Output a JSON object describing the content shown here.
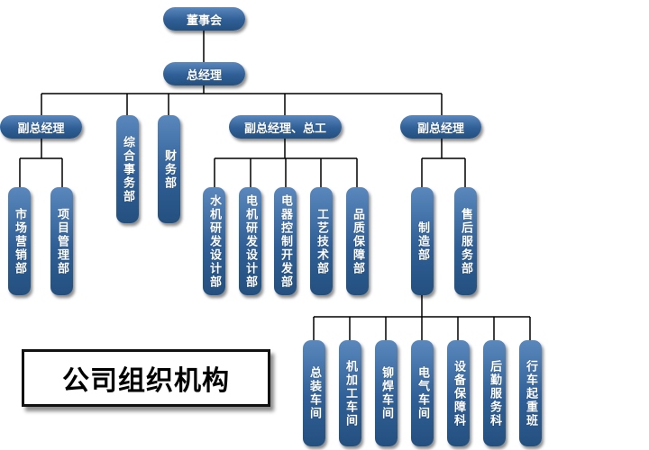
{
  "board": "董事会",
  "gm": "总经理",
  "vp_sales": "副总经理",
  "admin": "综合事务部",
  "finance": "财务部",
  "vp_chief_engineer": "副总经理、总工",
  "vp_production": "副总经理",
  "marketing": "市场营销部",
  "project_mgmt": "项目管理部",
  "hydro_rd": "水机研发设计部",
  "elec_machine_rd": "电机研发设计部",
  "electrical_control_rd": "电器控制开发部",
  "process_tech": "工艺技术部",
  "quality": "品质保障部",
  "manufacturing": "制造部",
  "after_sales": "售后服务部",
  "assembly_shop": "总装车间",
  "machining_shop": "机加工车间",
  "welding_shop": "铆焊车间",
  "electrical_shop": "电气车间",
  "equipment_section": "设备保障科",
  "logistics_section": "后勤服务科",
  "crane_team": "行车起重班",
  "title": "公司组织机构",
  "colors": {
    "node": "#2f5f96",
    "connector": "#000000"
  }
}
